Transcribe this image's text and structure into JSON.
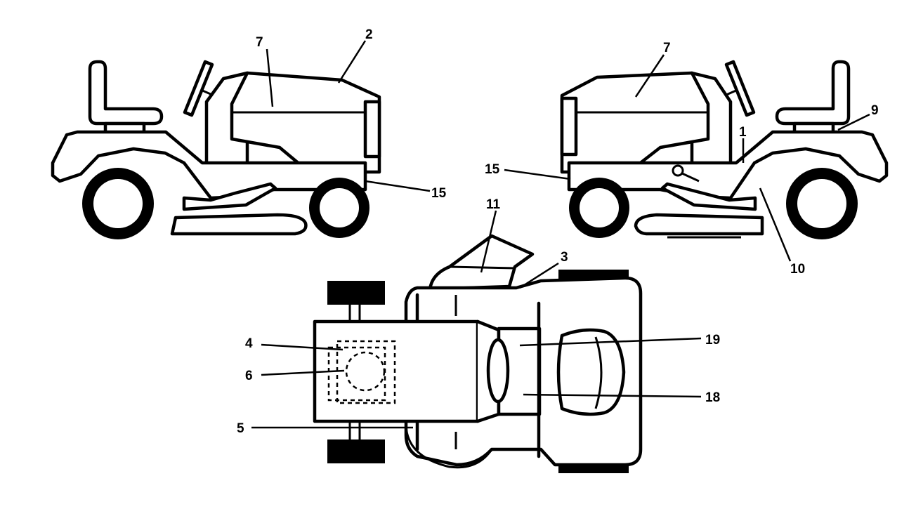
{
  "callouts": {
    "left_7": "7",
    "left_2": "2",
    "left_15": "15",
    "right_7": "7",
    "right_9": "9",
    "right_1": "1",
    "right_15": "15",
    "right_10": "10",
    "top_11": "11",
    "top_3": "3",
    "top_4": "4",
    "top_6": "6",
    "top_5": "5",
    "top_19": "19",
    "top_18": "18"
  }
}
